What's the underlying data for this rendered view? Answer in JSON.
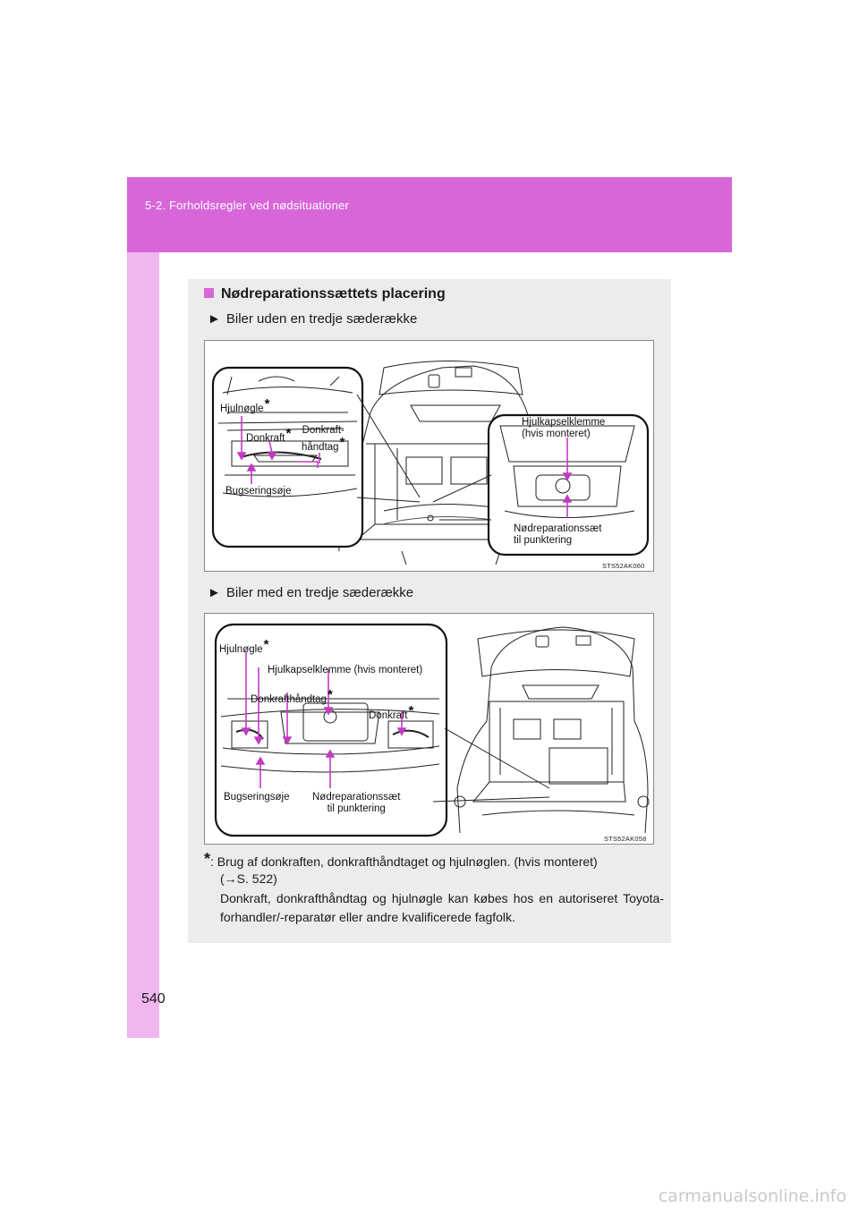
{
  "header": {
    "title": "5-2. Forholdsregler ved nødsituationer"
  },
  "page_number": "540",
  "section": {
    "title": "Nødreparationssættets placering"
  },
  "fig1": {
    "subtitle": "Biler uden en tredje sæderække",
    "labels": {
      "hjulnogle": "Hjulnøgle",
      "donkraft": "Donkraft",
      "donkraft_handtag_line1": "Donkraft-",
      "donkraft_handtag_line2": "håndtag",
      "bugseringsoje": "Bugseringsøje",
      "hjulkapsel_line1": "Hjulkapselklemme",
      "hjulkapsel_line2": "(hvis monteret)",
      "kit_line1": "Nødreparationssæt",
      "kit_line2": "til punktering"
    },
    "code": "STS52AK060"
  },
  "fig2": {
    "subtitle": "Biler med en tredje sæderække",
    "labels": {
      "hjulnogle": "Hjulnøgle",
      "hjulkapsel": "Hjulkapselklemme (hvis monteret)",
      "donkrafthandtag": "Donkrafthåndtag",
      "donkraft": "Donkraft",
      "bugseringsoje": "Bugseringsøje",
      "kit_line1": "Nødreparationssæt",
      "kit_line2": "til punktering"
    },
    "code": "STS52AK058"
  },
  "footnote": {
    "star": "*",
    "line1": ": Brug af donkraften, donkrafthåndtaget og hjulnøglen. (hvis monteret)",
    "line2": "(→S. 522)",
    "para": "Donkraft, donkrafthåndtag og hjulnøgle kan købes hos en autoriseret Toyota-forhandler/-reparatør eller andre kvalificerede fagfolk."
  },
  "watermark": "carmanualsonline.info",
  "colors": {
    "header": "#d766d9",
    "sidebar": "#f0b6ee",
    "panel": "#ececec",
    "arrow": "#c13bc2"
  }
}
